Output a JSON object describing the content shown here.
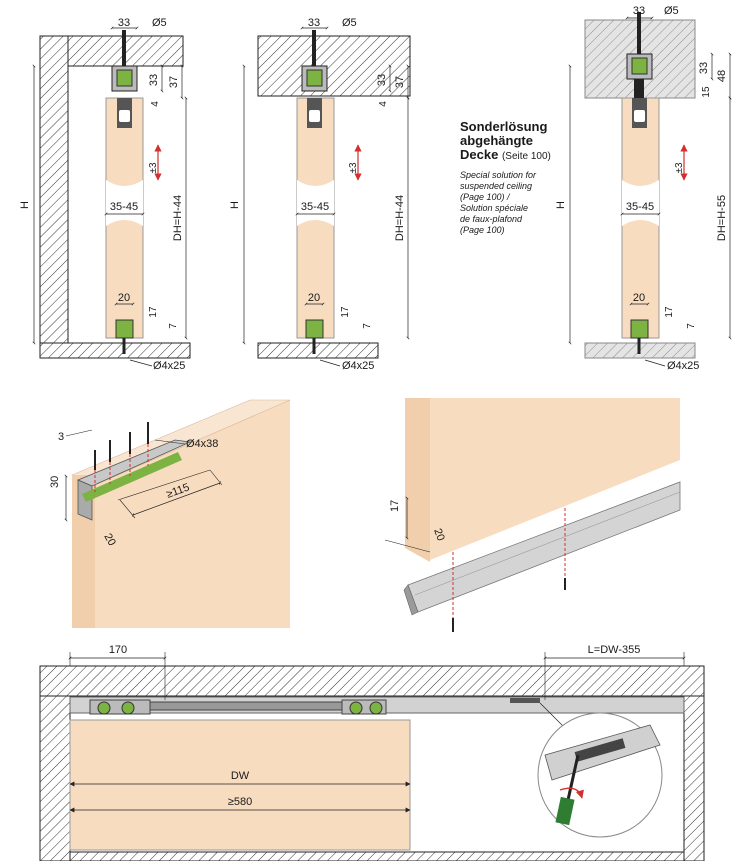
{
  "colors": {
    "wood": "#f8dcc0",
    "rail": "#c8c8c8",
    "ceiling_grey": "#dcdcdc",
    "green": "#7cb342",
    "arrow_red": "#d32f2f",
    "line": "#222222"
  },
  "top_views": [
    {
      "dim_width": "33",
      "dim_screw": "Ø5",
      "dim_rail_h": "33",
      "dim_total": "37",
      "dim_gap": "4",
      "height": "H",
      "door_height": "DH=H-44",
      "adjust": "±3",
      "thickness": "35-45",
      "guide_w": "20",
      "guide_h": "17",
      "guide_bottom": "7",
      "floor_screw": "Ø4x25"
    },
    {
      "dim_width": "33",
      "dim_screw": "Ø5",
      "dim_rail_h": "33",
      "dim_total": "37",
      "dim_gap": "4",
      "height": "H",
      "door_height": "DH=H-44",
      "adjust": "±3",
      "thickness": "35-45",
      "guide_w": "20",
      "guide_h": "17",
      "guide_bottom": "7",
      "floor_screw": "Ø4x25"
    },
    {
      "dim_width": "33",
      "dim_screw": "Ø5",
      "dim_rail_h": "33",
      "dim_total": "48",
      "dim_gap": "15",
      "height": "H",
      "door_height": "DH=H-55",
      "adjust": "±3",
      "thickness": "35-45",
      "guide_w": "20",
      "guide_h": "17",
      "guide_bottom": "7",
      "floor_screw": "Ø4x25"
    }
  ],
  "note": {
    "title_line1": "Sonderlösung",
    "title_line2": "abgehängte",
    "title_line3": "Decke",
    "page_ref": "(Seite 100)",
    "en_line1": "Special solution for",
    "en_line2": "suspended ceiling",
    "en_line3": "(Page 100) /",
    "fr_line1": "Solution spéciale",
    "fr_line2": "de faux-plafond",
    "fr_line3": "(Page 100)"
  },
  "iso_left": {
    "dim_depth": "3",
    "dim_height": "30",
    "dim_width": "20",
    "dim_length": "≥115",
    "screw": "Ø4x38"
  },
  "iso_right": {
    "dim_17": "17",
    "dim_20": "20"
  },
  "bottom": {
    "dim_170": "170",
    "dim_L": "L=DW-355",
    "dim_DW": "DW",
    "dim_580": "≥580"
  }
}
